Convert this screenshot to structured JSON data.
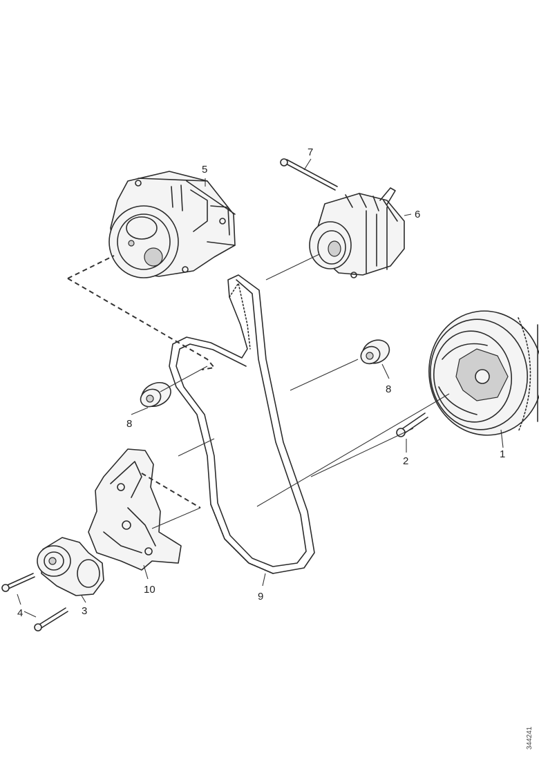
{
  "callouts": {
    "c1": "1",
    "c2": "2",
    "c3": "3",
    "c4": "4",
    "c5": "5",
    "c6": "6",
    "c7": "7",
    "c8a": "8",
    "c8b": "8",
    "c9": "9",
    "c10": "10"
  },
  "drawing_ref": "344241"
}
